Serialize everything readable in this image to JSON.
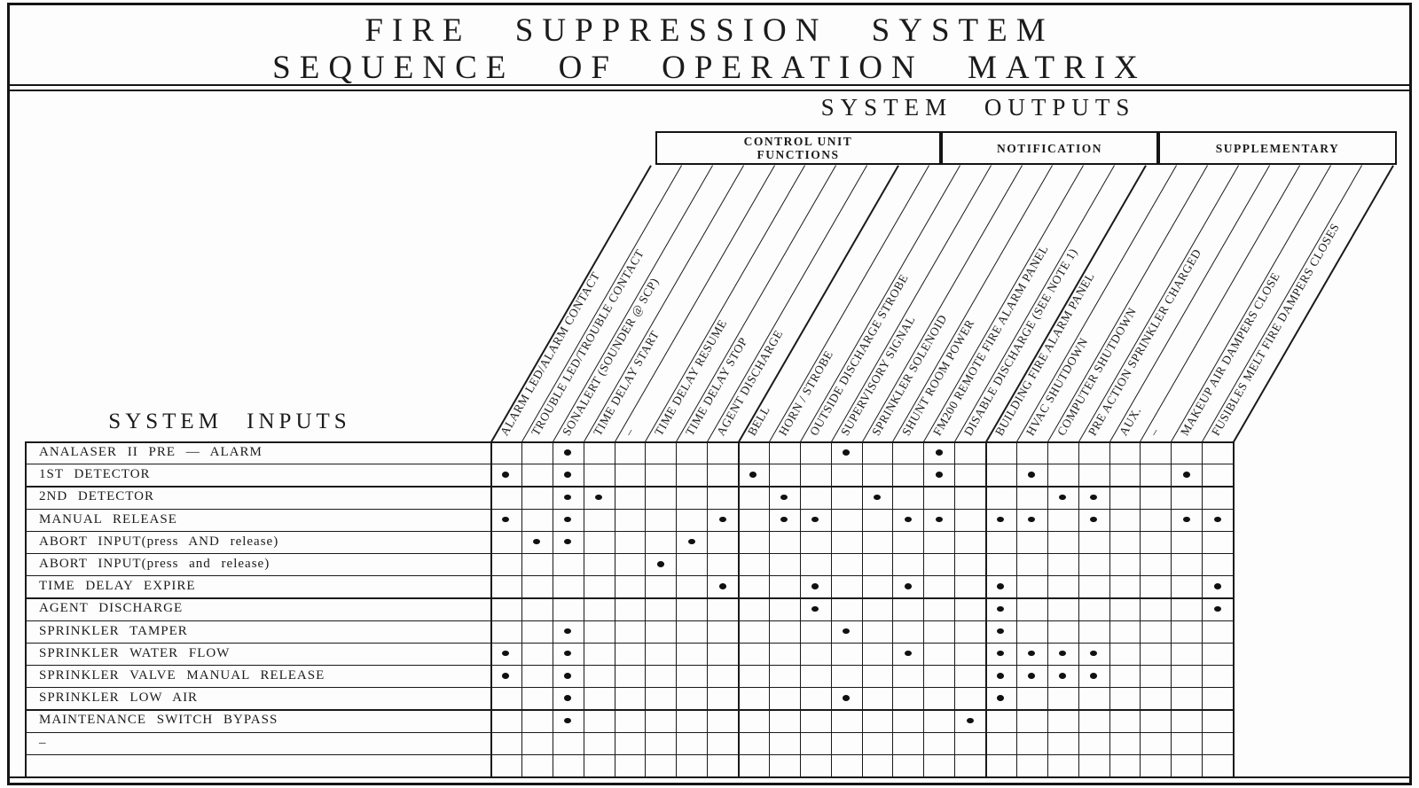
{
  "title": {
    "line1": "FIRE SUPPRESSION SYSTEM",
    "line2": "SEQUENCE OF OPERATION MATRIX"
  },
  "outputs": {
    "title": "SYSTEM OUTPUTS",
    "groups": [
      {
        "label": "CONTROL UNIT FUNCTIONS"
      },
      {
        "label": "NOTIFICATION"
      },
      {
        "label": "SUPPLEMENTARY"
      }
    ]
  },
  "inputs": {
    "title": "SYSTEM INPUTS"
  },
  "matrix": {
    "columns": [
      "ALARM LED/ALARM CONTACT",
      "TROUBLE LED/TROUBLE CONTACT",
      "SONALERT (SOUNDER @ SCP)",
      "TIME DELAY START",
      "–",
      "TIME DELAY RESUME",
      "TIME DELAY STOP",
      "AGENT DISCHARGE",
      "BELL",
      "HORN / STROBE",
      "OUTSIDE DISCHARGE STROBE",
      "SUPERVISORY SIGNAL",
      "SPRINKLER SOLENOID",
      "SHUNT ROOM POWER",
      "FM200 REMOTE FIRE ALARM PANEL",
      "DISABLE DISCHARGE (SEE NOTE 1)",
      "BUILDING FIRE ALARM PANEL",
      "HVAC SHUTDOWN",
      "COMPUTER SHUTDOWN",
      "PRE ACTION SPRINKLER CHARGED",
      "AUX.",
      "–",
      "MAKEUP AIR DAMPERS CLOSE",
      "FUSIBLES MELT FIRE DAMPERS CLOSES"
    ],
    "rows": [
      {
        "label": "ANALASER II PRE — ALARM",
        "dots": [
          3,
          12,
          15
        ]
      },
      {
        "label": "1ST DETECTOR",
        "dots": [
          1,
          3,
          9,
          15,
          18,
          23
        ]
      },
      {
        "label": "2ND DETECTOR",
        "dots": [
          3,
          4,
          10,
          13,
          19,
          20
        ]
      },
      {
        "label": "MANUAL RELEASE",
        "dots": [
          1,
          3,
          8,
          10,
          11,
          14,
          15,
          17,
          18,
          20,
          23,
          24
        ]
      },
      {
        "label": "ABORT INPUT(press AND release)",
        "dots": [
          2,
          3,
          7
        ]
      },
      {
        "label": "ABORT INPUT(press and release)",
        "dots": [
          6
        ]
      },
      {
        "label": "TIME DELAY EXPIRE",
        "dots": [
          8,
          11,
          14,
          17,
          24
        ]
      },
      {
        "label": "AGENT DISCHARGE",
        "dots": [
          11,
          17,
          24
        ]
      },
      {
        "label": "SPRINKLER TAMPER",
        "dots": [
          3,
          12,
          17
        ]
      },
      {
        "label": "SPRINKLER WATER FLOW",
        "dots": [
          1,
          3,
          14,
          17,
          18,
          19,
          20
        ]
      },
      {
        "label": "SPRINKLER VALVE MANUAL RELEASE",
        "dots": [
          1,
          3,
          17,
          18,
          19,
          20
        ]
      },
      {
        "label": "SPRINKLER LOW AIR",
        "dots": [
          3,
          12,
          17
        ]
      },
      {
        "label": "MAINTENANCE SWITCH BYPASS",
        "dots": [
          3,
          16
        ]
      },
      {
        "label": "–",
        "dots": []
      },
      {
        "label": "",
        "dots": []
      }
    ]
  }
}
